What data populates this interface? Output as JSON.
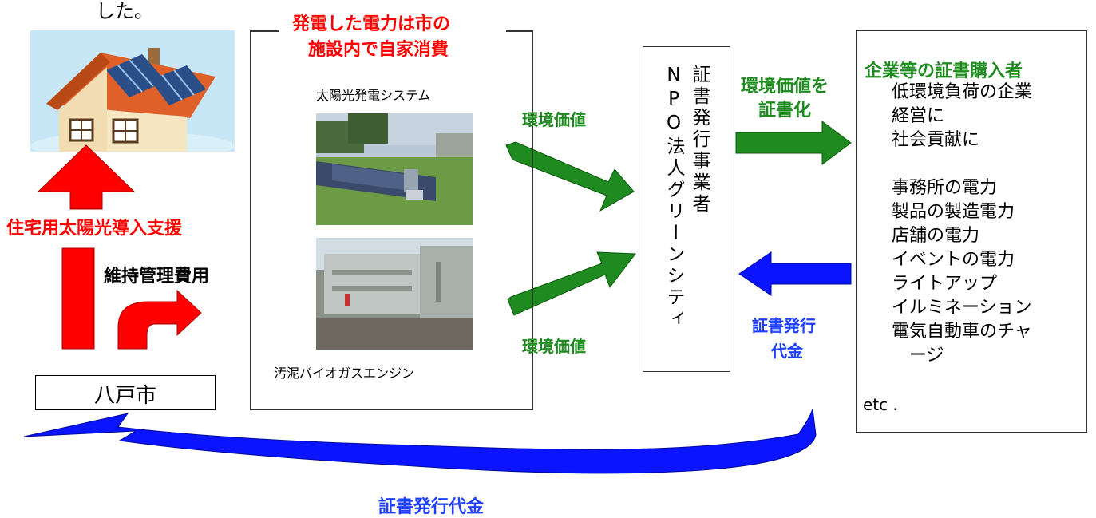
{
  "top_cut_text": "した。",
  "left": {
    "support_label": "住宅用太陽光導入支援",
    "maintenance_label": "維持管理費用",
    "city_label": "八戸市"
  },
  "middle": {
    "title_line1": "発電した電力は市の",
    "title_line2": "施設内で自家消費",
    "solar_caption": "太陽光発電システム",
    "biogas_caption": "汚泥バイオガスエンジン"
  },
  "flow": {
    "env_value_top": "環境価値",
    "env_value_bottom": "環境価値",
    "certify_line1": "環境価値を",
    "certify_line2": "証書化",
    "fee_line1": "証書発行",
    "fee_line2": "代金",
    "bottom_fee": "証書発行代金"
  },
  "issuer": {
    "col1": "証書発行事業者",
    "col2": "NPO法人グリーンシティ"
  },
  "buyers": {
    "title": "企業等の証書購入者",
    "items": [
      "低環境負荷の企業",
      "経営に",
      "社会貢献に",
      "",
      "事務所の電力",
      "製品の製造電力",
      "店舗の電力",
      "イベントの電力",
      "ライトアップ",
      "イルミネーション",
      "電気自動車のチャ",
      "ージ"
    ],
    "footer": "etc ."
  },
  "colors": {
    "red": "#ff0000",
    "green": "#2e8b2e",
    "blue": "#1f3fff"
  }
}
